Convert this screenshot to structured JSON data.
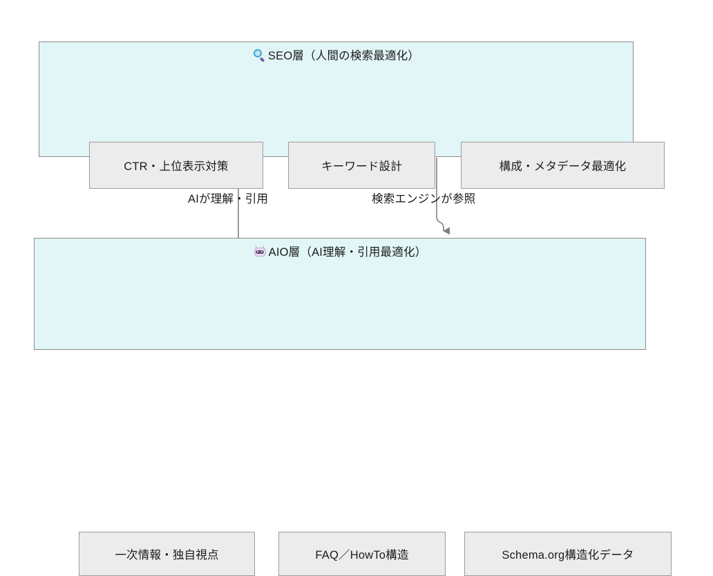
{
  "diagram": {
    "background_color": "#ffffff",
    "panel_fill": "#e2f6f7",
    "panel_border": "#8a8a8a",
    "box_fill": "#ececec",
    "box_border": "#9b9b9b",
    "text_color": "#1b1b1b",
    "arrow_color": "#808080"
  },
  "seo_layer": {
    "icon": "magnifier-icon",
    "title": "SEO層（人間の検索最適化）",
    "items": [
      {
        "label": "CTR・上位表示対策"
      },
      {
        "label": "キーワード設計"
      },
      {
        "label": "構成・メタデータ最適化"
      }
    ]
  },
  "aio_layer": {
    "icon": "robot-icon",
    "title": "AIO層（AI理解・引用最適化）",
    "items": [
      {
        "label": "一次情報・独自視点"
      },
      {
        "label": "FAQ／HowTo構造"
      },
      {
        "label": "Schema.org構造化データ"
      }
    ]
  },
  "connectors": [
    {
      "name": "aio-to-seo",
      "label": "AIが理解・引用",
      "direction": "up",
      "from": "aio_layer",
      "to": "seo_layer"
    },
    {
      "name": "seo-to-aio",
      "label": "検索エンジンが参照",
      "direction": "down",
      "from": "seo_layer",
      "to": "aio_layer"
    }
  ]
}
